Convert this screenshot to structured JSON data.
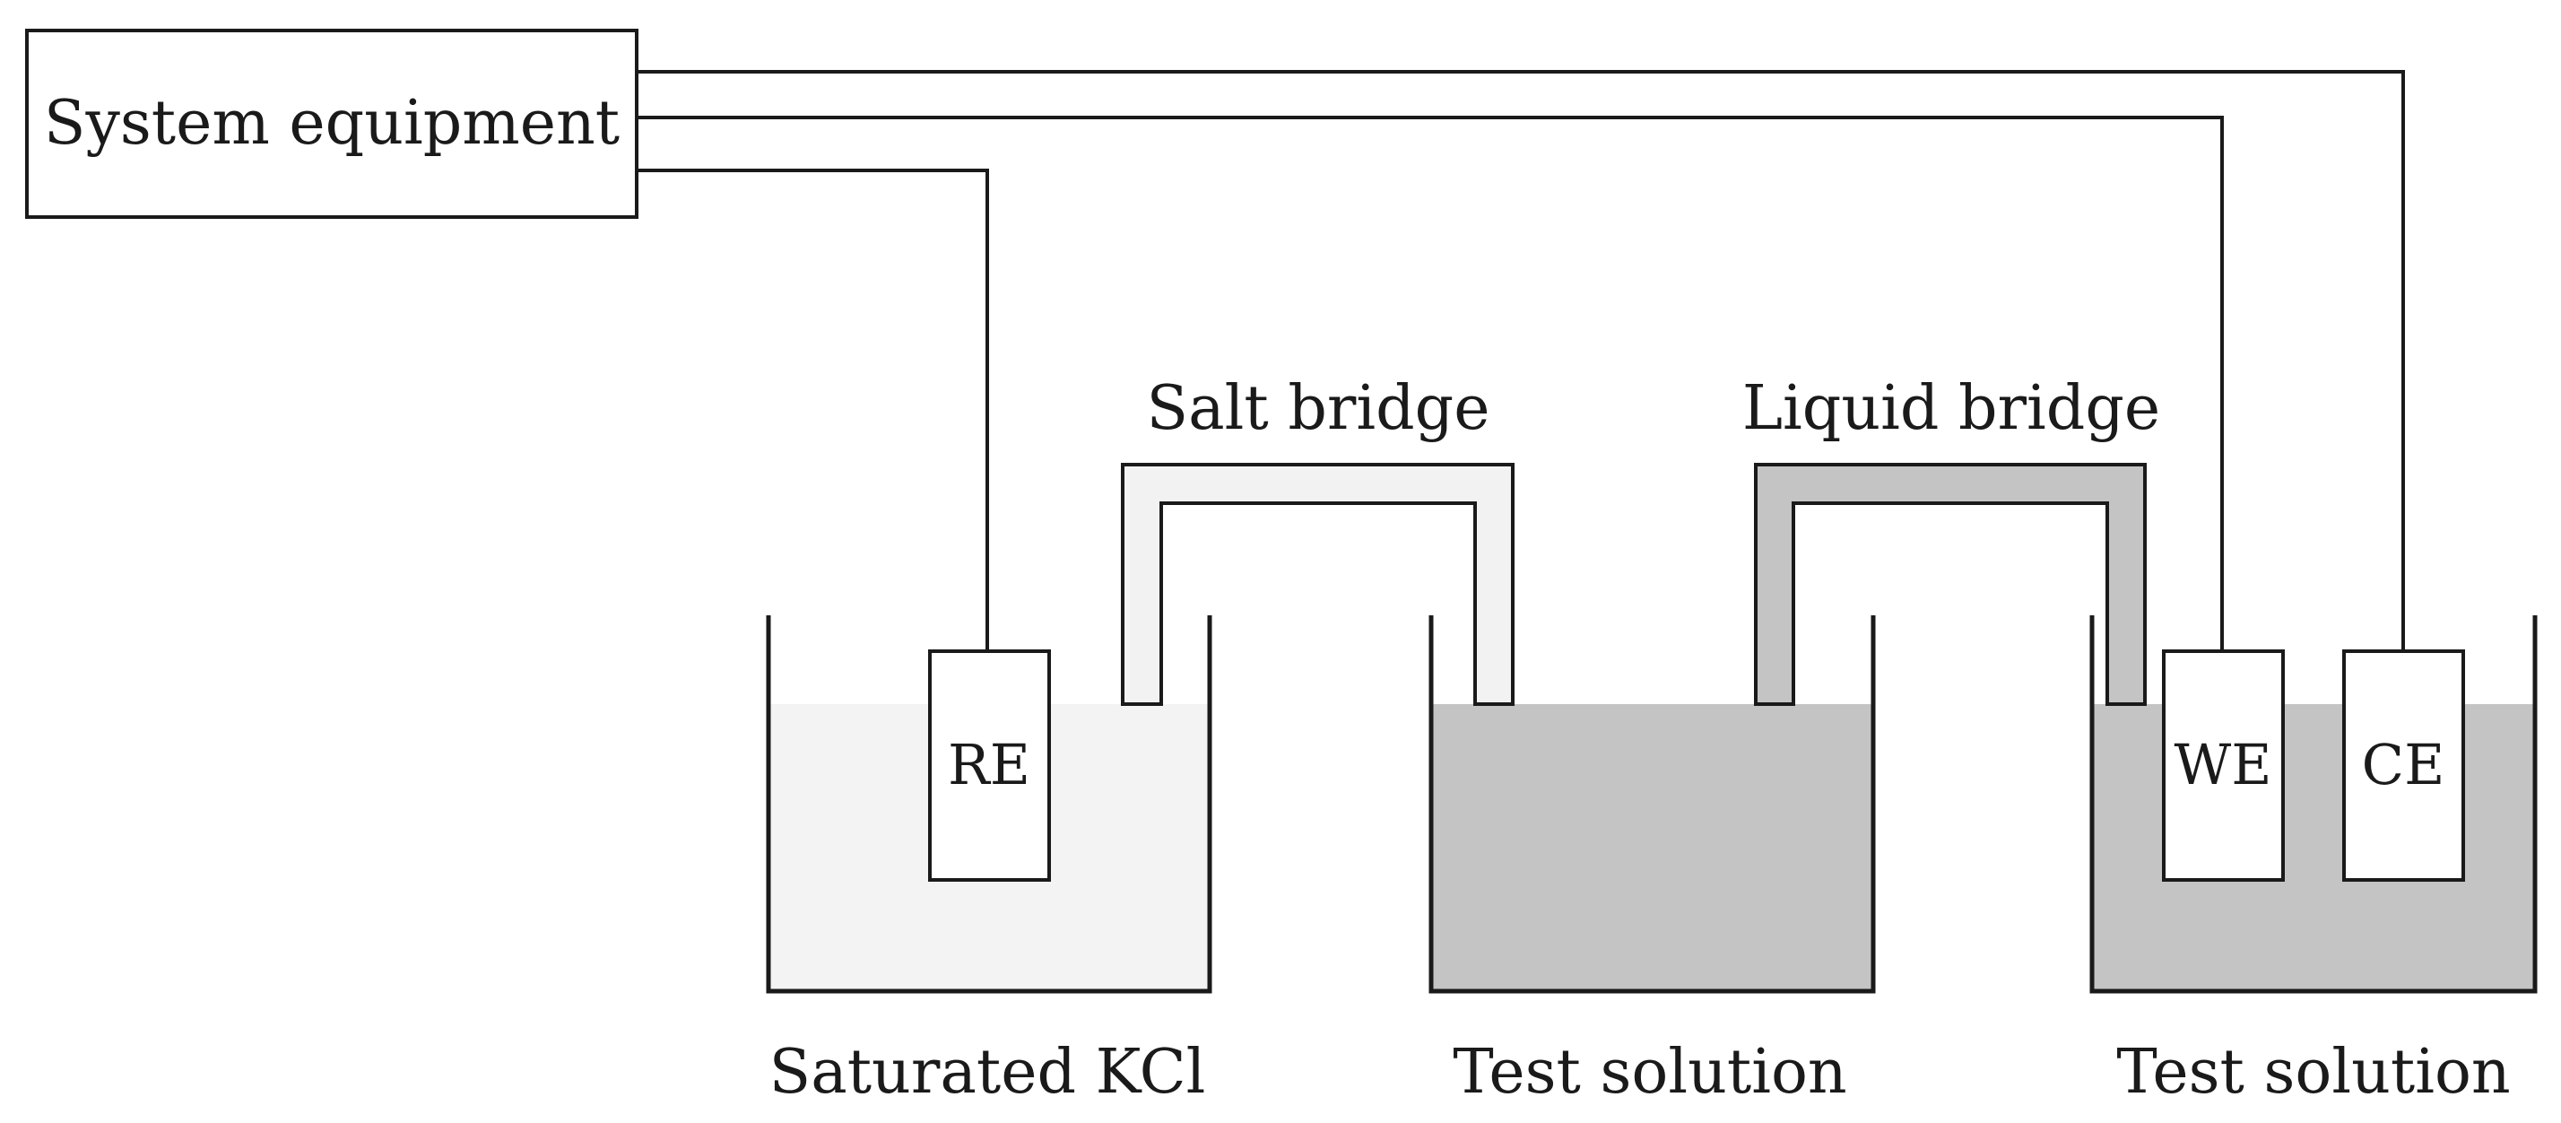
{
  "equipment": {
    "label": "System equipment"
  },
  "bridges": {
    "salt": {
      "label": "Salt bridge",
      "fill": "#f2f2f2"
    },
    "liquid": {
      "label": "Liquid bridge",
      "fill": "#c4c4c4"
    }
  },
  "cells": {
    "left": {
      "label": "Saturated KCl",
      "liquid": "#f3f3f3"
    },
    "middle": {
      "label": "Test solution",
      "liquid": "#c4c4c4"
    },
    "right": {
      "label": "Test solution",
      "liquid": "#c4c4c4"
    }
  },
  "electrodes": {
    "re": {
      "label": "RE"
    },
    "we": {
      "label": "WE"
    },
    "ce": {
      "label": "CE"
    }
  },
  "colors": {
    "line": "#1a1a1a",
    "background": "#ffffff"
  }
}
